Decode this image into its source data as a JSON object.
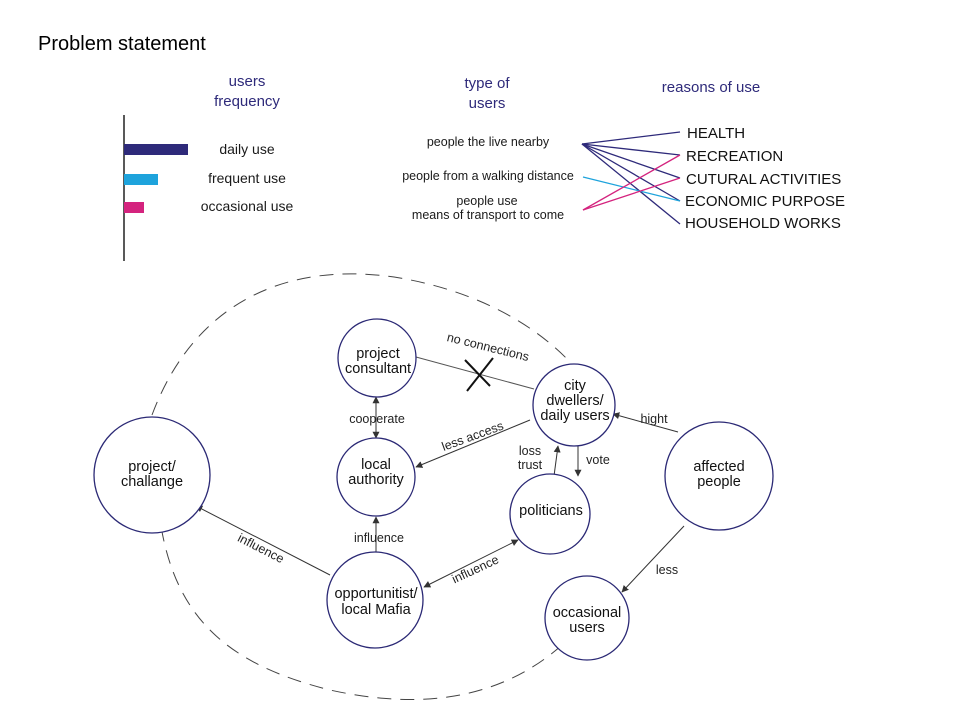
{
  "title": "Problem statement",
  "colors": {
    "navy": "#2e2a7a",
    "cyan": "#1ea3dc",
    "magenta": "#d4237e",
    "outline": "#2b2975",
    "arrow": "#333333"
  },
  "frequency_chart": {
    "header": [
      "users",
      "frequency"
    ],
    "items": [
      {
        "label": "daily use",
        "color": "#2e2a7a",
        "level": 0.65
      },
      {
        "label": "frequent use",
        "color": "#1ea3dc",
        "level": 0.35
      },
      {
        "label": "occasional use",
        "color": "#d4237e",
        "level": 0.2
      }
    ]
  },
  "user_types": {
    "header": [
      "type of",
      "users"
    ],
    "items": [
      {
        "id": "nearby",
        "lines": [
          "people the live nearby"
        ]
      },
      {
        "id": "walking",
        "lines": [
          "people from a walking distance"
        ]
      },
      {
        "id": "transport",
        "lines": [
          "people use",
          "means of transport  to come"
        ]
      }
    ]
  },
  "reasons": {
    "header": "reasons of use",
    "items": [
      {
        "id": "health",
        "label": "HEALTH"
      },
      {
        "id": "recreation",
        "label": "RECREATION"
      },
      {
        "id": "cultural",
        "label": "CUTURAL ACTIVITIES"
      },
      {
        "id": "economic",
        "label": "ECONOMIC PURPOSE"
      },
      {
        "id": "household",
        "label": "HOUSEHOLD WORKS"
      }
    ]
  },
  "links": [
    {
      "from": "nearby",
      "to": "health",
      "color": "#2e2a7a"
    },
    {
      "from": "nearby",
      "to": "recreation",
      "color": "#2e2a7a"
    },
    {
      "from": "nearby",
      "to": "cultural",
      "color": "#2e2a7a"
    },
    {
      "from": "nearby",
      "to": "economic",
      "color": "#2e2a7a"
    },
    {
      "from": "nearby",
      "to": "household",
      "color": "#2e2a7a"
    },
    {
      "from": "walking",
      "to": "economic",
      "color": "#1ea3dc"
    },
    {
      "from": "transport",
      "to": "recreation",
      "color": "#d4237e"
    },
    {
      "from": "transport",
      "to": "cultural",
      "color": "#d4237e"
    }
  ],
  "network": {
    "nodes": [
      {
        "id": "project_consultant",
        "lines": [
          "project",
          "consultant"
        ]
      },
      {
        "id": "city_dwellers",
        "lines": [
          "city",
          "dwellers/",
          "daily users"
        ]
      },
      {
        "id": "local_authority",
        "lines": [
          "local",
          "authority"
        ]
      },
      {
        "id": "project_challange",
        "lines": [
          "project/",
          "challange"
        ]
      },
      {
        "id": "politicians",
        "lines": [
          "politicians"
        ]
      },
      {
        "id": "affected_people",
        "lines": [
          "affected",
          "people"
        ]
      },
      {
        "id": "opportunitist",
        "lines": [
          "opportunitist/",
          "local Mafia"
        ]
      },
      {
        "id": "occasional_users",
        "lines": [
          "occasional",
          "users"
        ]
      }
    ],
    "edge_labels": {
      "no_connections": "no connections",
      "cooperate": "cooperate",
      "less_access": "less access",
      "loss_trust": [
        "loss",
        "trust"
      ],
      "vote": "vote",
      "hight": "hight",
      "influence_authority": "influence",
      "influence_challange": "influence",
      "influence_politicians": "influence",
      "less": "less"
    }
  }
}
